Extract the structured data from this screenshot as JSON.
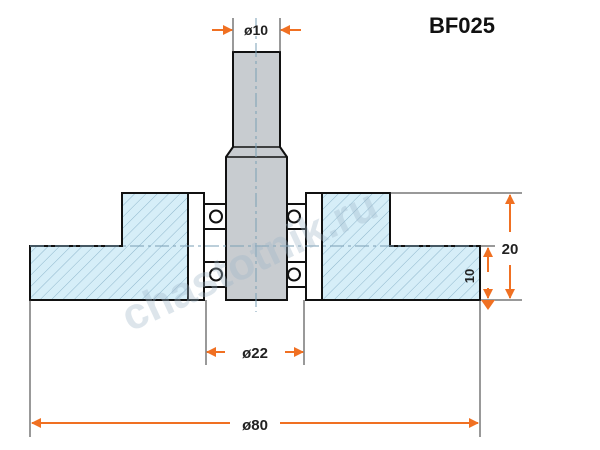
{
  "title": "BF025",
  "watermark": "chastotnik.ru",
  "dimensions": {
    "shaft_diameter": "ø10",
    "bearing_diameter": "ø22",
    "outer_diameter": "ø80",
    "total_height": "20",
    "flange_thickness": "10"
  },
  "colors": {
    "arrow": "#f07022",
    "hatch_fill": "#d6eef8",
    "hatch_line": "#8fb7cc",
    "shaft_fill": "#c8ccd0",
    "outline": "#111111"
  }
}
